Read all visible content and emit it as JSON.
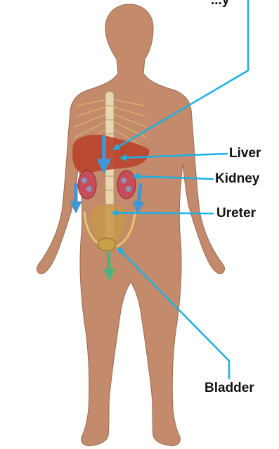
{
  "labels": {
    "top": "...y",
    "liver": "Liver",
    "kidney": "Kidney",
    "ureter": "Ureter",
    "bladder": "Bladder"
  },
  "colors": {
    "skin": "#c38a6b",
    "skin_outline": "#9e6a4e",
    "leader_line": "#1cb0e6",
    "flow_arrow": "#3f97d8",
    "liver": "#b9432c",
    "kidney": "#c84d5a",
    "spine": "#e8d6b0",
    "bladder": "#c9a04a",
    "drain_arrow": "#4db37a"
  },
  "icons": [
    "down-arrow-icon",
    "right-arrow-icon",
    "left-arrow-icon"
  ]
}
